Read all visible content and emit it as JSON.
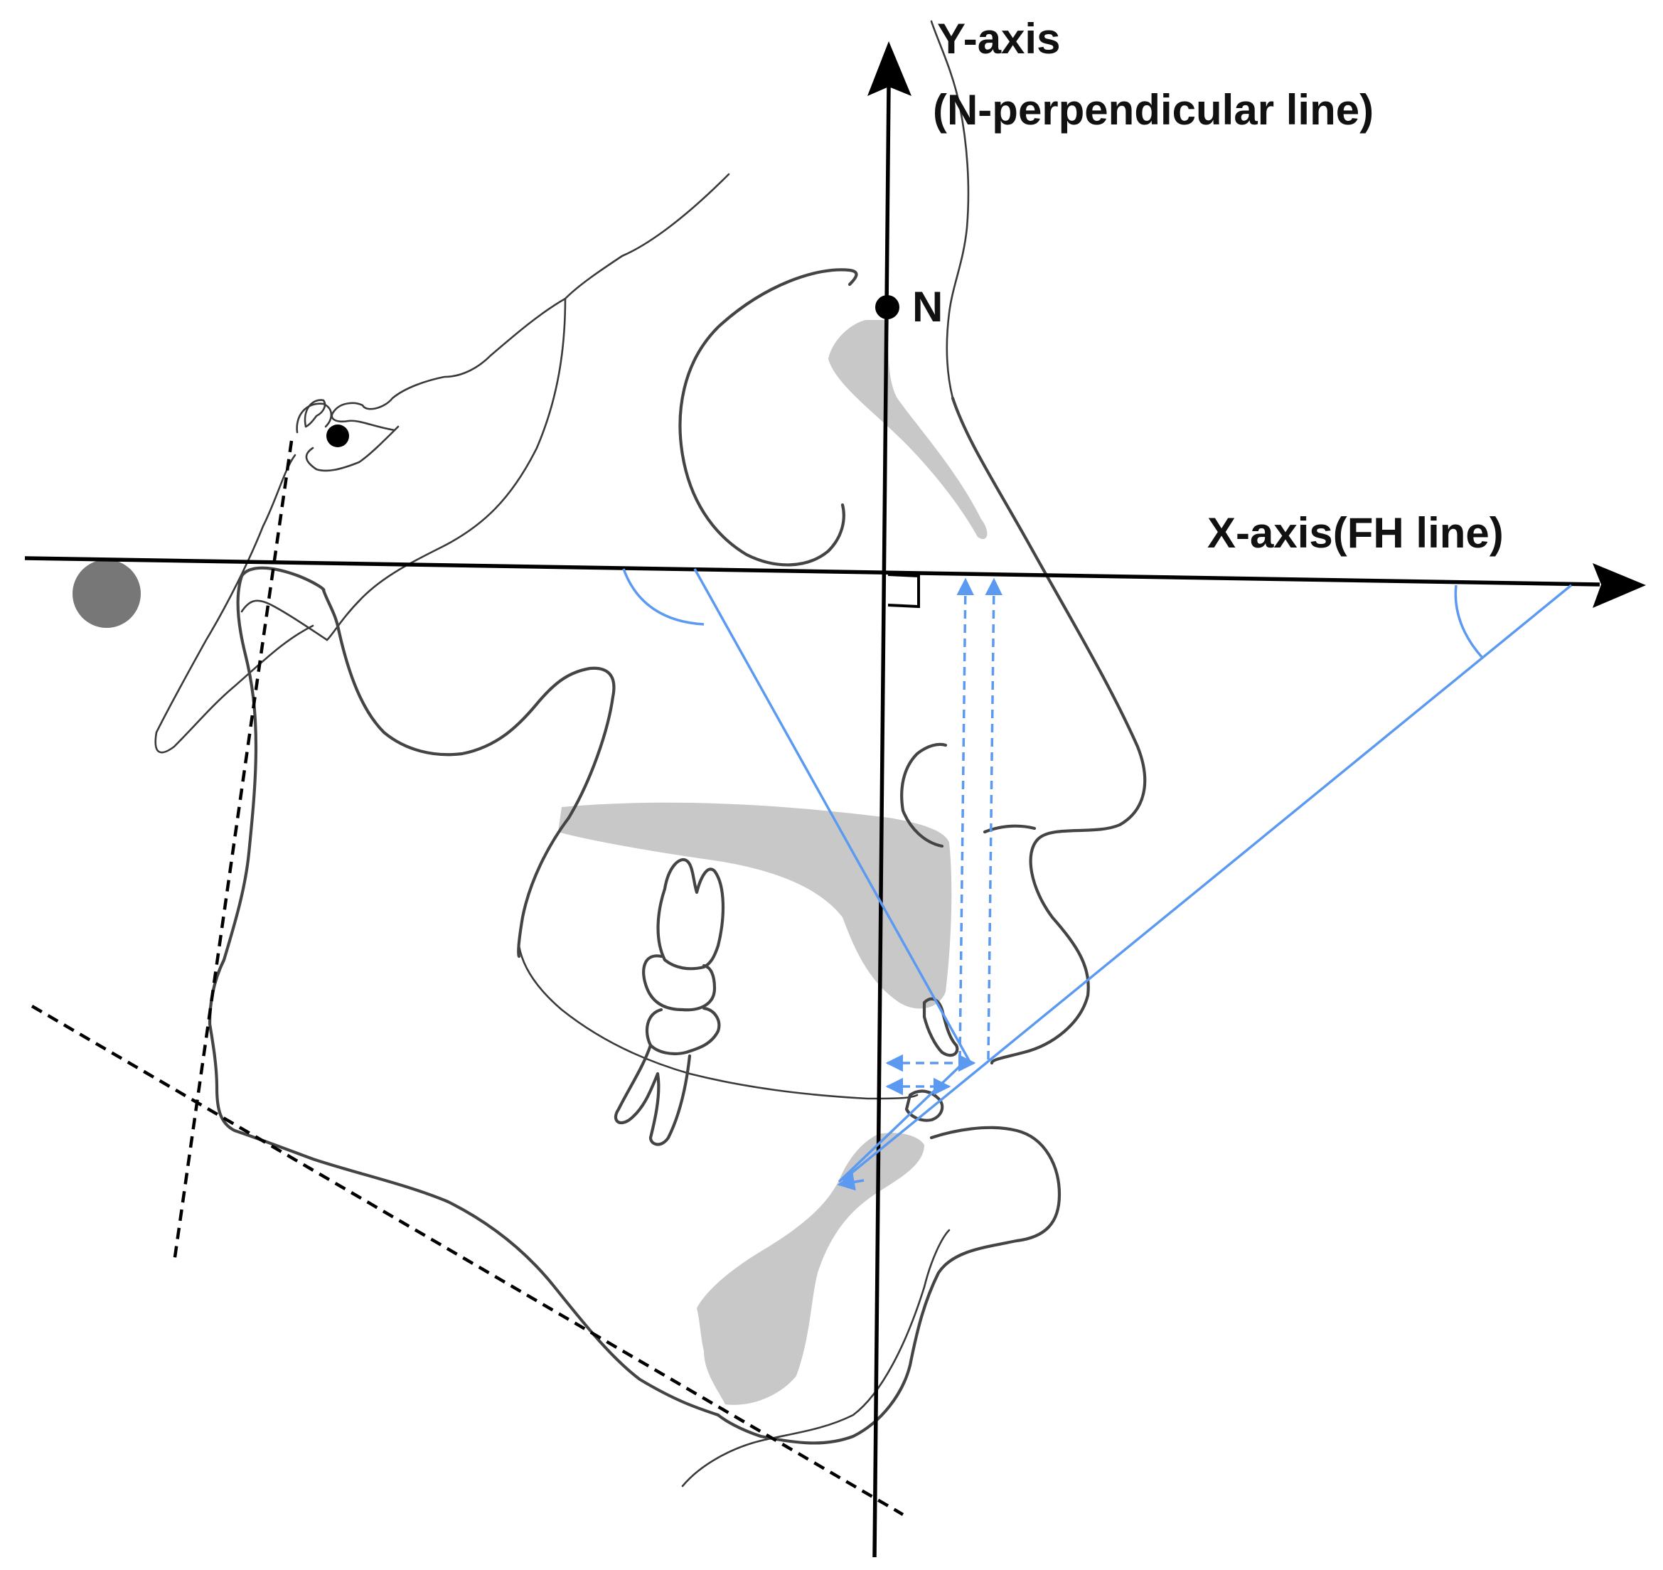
{
  "labels": {
    "y_axis_title": "Y-axis",
    "y_axis_subtitle": "(N-perpendicular line)",
    "x_axis_title": "X-axis(FH line)",
    "nasion": "N"
  },
  "colors": {
    "axis": "#000000",
    "measurement_lines": "#5b9af0",
    "bone_shading": "#c8c8c8",
    "ear_rod": "#777777",
    "outline": "#444444"
  },
  "icons": {
    "right_angle_marker": "square-corner-icon",
    "porion_dot": "dot-icon",
    "nasion_dot": "dot-icon"
  }
}
